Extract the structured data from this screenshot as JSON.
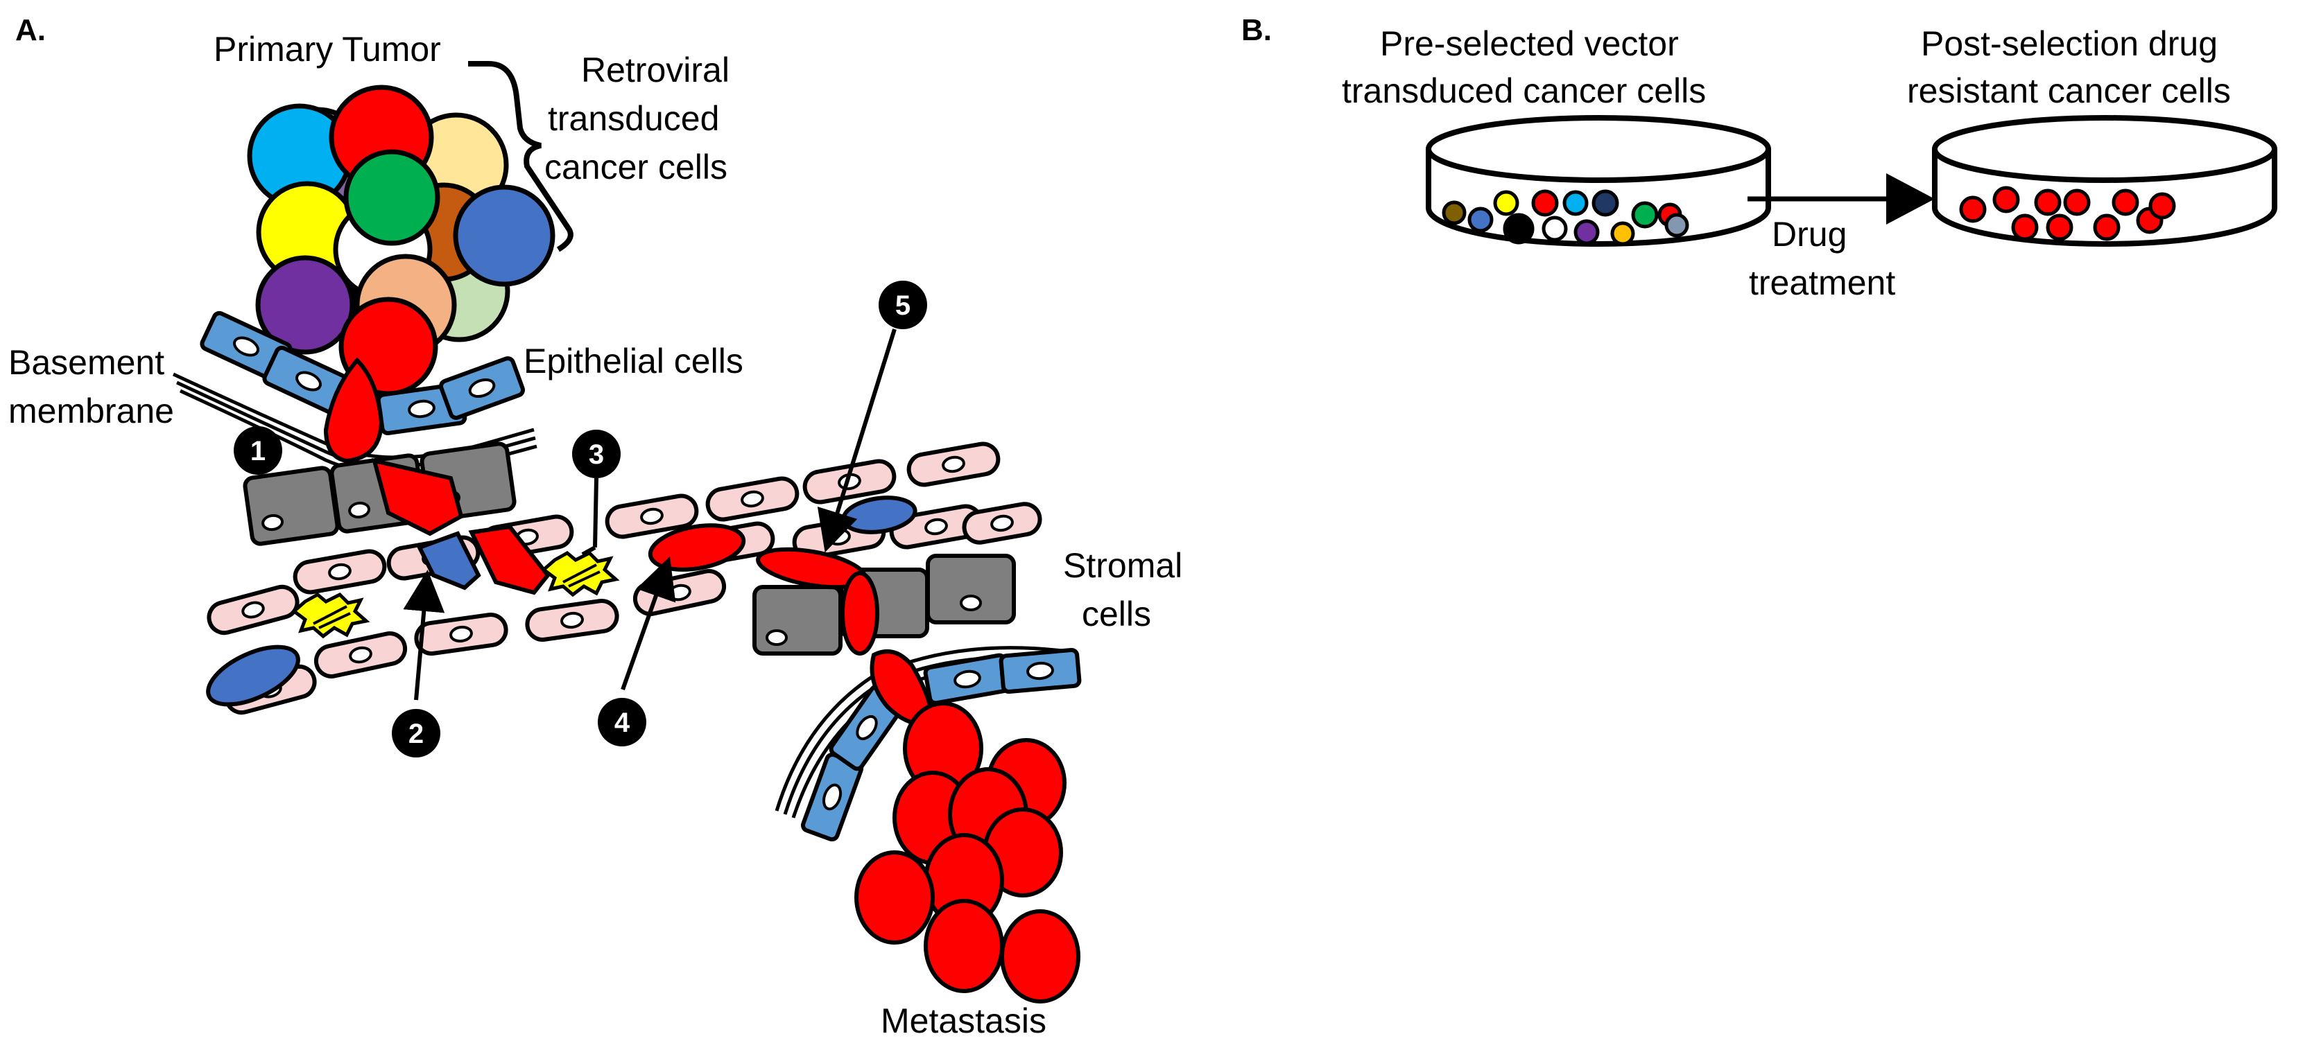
{
  "panel_a": {
    "panel_label": "A.",
    "primary_tumor": "Primary Tumor",
    "retroviral_label": [
      "Retroviral",
      "transduced",
      "cancer cells"
    ],
    "basement_membrane": [
      "Basement",
      "membrane"
    ],
    "epithelial_cells": "Epithelial cells",
    "stromal_cells": [
      "Stromal",
      "cells"
    ],
    "metastasis": "Metastasis",
    "steps": [
      "1",
      "2",
      "3",
      "4",
      "5"
    ]
  },
  "panel_b": {
    "panel_label": "B.",
    "pre_selected": [
      "Pre-selected vector",
      "transduced cancer cells"
    ],
    "post_selection": [
      "Post-selection drug",
      "resistant cancer cells"
    ],
    "treatment": [
      "Drug",
      "treatment"
    ]
  },
  "colors": {
    "cancer": "#ff0000",
    "epithelial": "#5b9bd5",
    "endothelial": "#f8d4d4",
    "stromal": "#7f7f7f",
    "platelet": "#ffff00",
    "immune": "#4472c4",
    "tumor_palette": [
      "#00b0f0",
      "#ff0000",
      "#ffe699",
      "#8064a2",
      "#00b050",
      "#ffff00",
      "#ffffff",
      "#c55a11",
      "#4472c4",
      "#7030a0",
      "#000000",
      "#f4b183",
      "#c5e0b4"
    ],
    "dish_palette": [
      "#7f6000",
      "#4472c4",
      "#ffff00",
      "#000000",
      "#ff0000",
      "#00b0f0",
      "#ffffff",
      "#203864",
      "#7030a0",
      "#00b050",
      "#ffc000",
      "#8497b0"
    ]
  }
}
